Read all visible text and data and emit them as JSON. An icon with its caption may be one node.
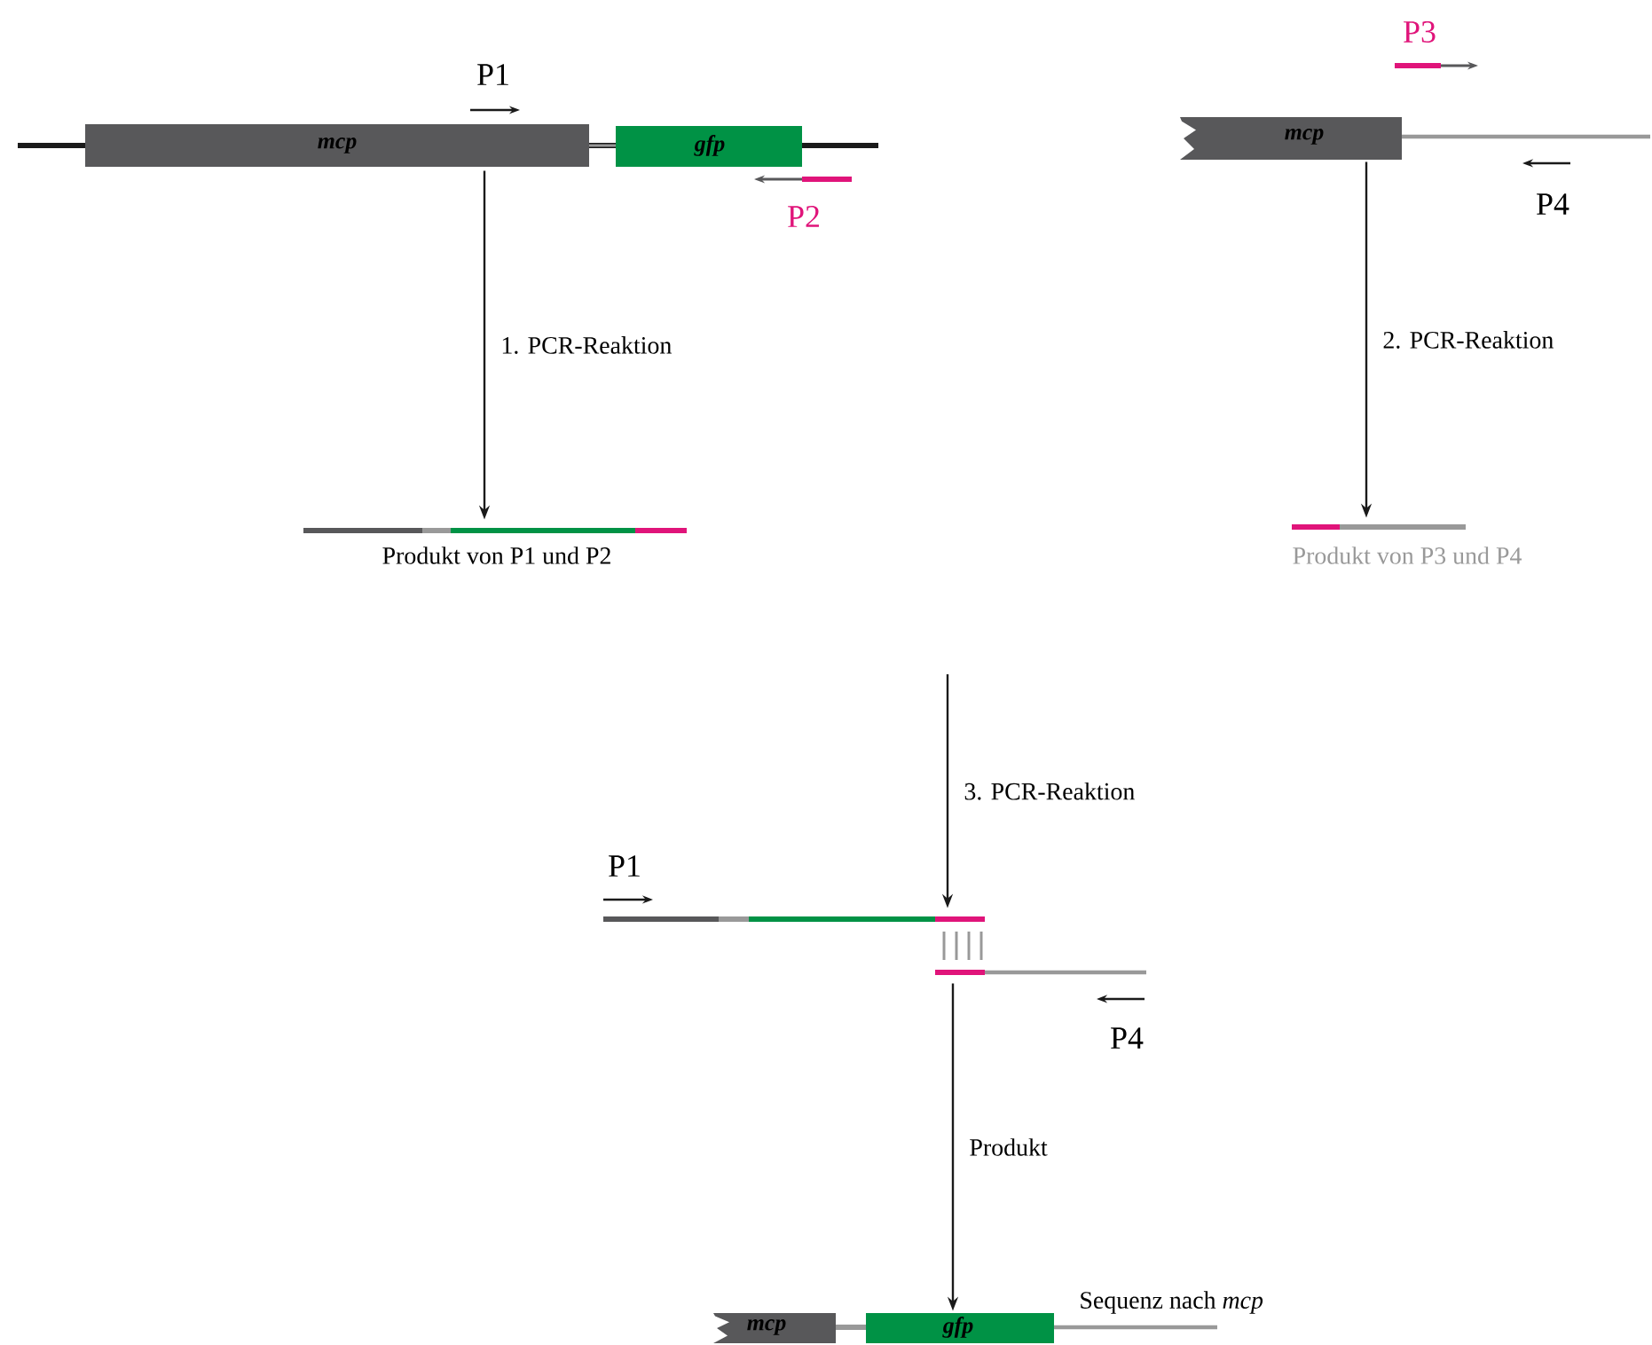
{
  "diagram": {
    "nodes": [
      {
        "text": [
          "mcp",
          "gfp"
        ]
      },
      {
        "text": [
          "mcp"
        ]
      },
      {
        "text": [
          "Produkt von P1 und P2"
        ]
      },
      {
        "text": [
          "Produkt von P3 und P4"
        ]
      },
      {
        "text": [],
        "shape": "bar"
      },
      {
        "text": [
          "mcp",
          "gfp"
        ],
        "beside": [
          "Sequenz nach *mcp*"
        ]
      }
    ],
    "edges": [
      {
        "from": 0,
        "to": 2,
        "arrow": "to",
        "label": "1. PCR-Reaktion"
      },
      {
        "from": 1,
        "to": 3,
        "arrow": "to",
        "label": "2. PCR-Reaktion"
      },
      {
        "from": null,
        "to": 4,
        "arrow": "to",
        "label": "3. PCR-Reaktion"
      },
      {
        "from": 4,
        "to": 5,
        "arrow": "to",
        "label": "Produkt"
      }
    ],
    "labels": [
      "P1",
      "P2",
      "P3",
      "P4",
      "P1",
      "P4"
    ]
  }
}
